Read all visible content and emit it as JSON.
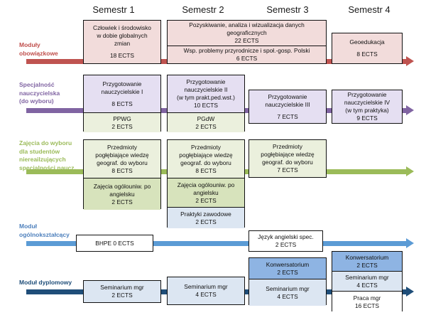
{
  "headers": [
    {
      "label": "Semestr 1"
    },
    {
      "label": "Semestr 2"
    },
    {
      "label": "Semestr 3"
    },
    {
      "label": "Semestr 4"
    }
  ],
  "rows": [
    {
      "id": "moduly-obowiazkowe",
      "label": "Moduły\nobowiązkowe",
      "label_color": "#c0504d",
      "track_color": "#bf5350"
    },
    {
      "id": "specjalnosc-nauczycielska",
      "label": "Specjalność\nnauczycielska\n(do wyboru)",
      "label_color": "#8064a2",
      "track_color": "#8064a2"
    },
    {
      "id": "zajecia-do-wyboru",
      "label": "Zajęcia do wyboru\ndla studentów\nniereailzujących\nspecjalności naucz.",
      "label_color": "#9bbb59",
      "track_color": "#9bbb59"
    },
    {
      "id": "modul-ogolnoksztalcacy",
      "label": "Moduł\nogólnokształcący",
      "label_color": "#4f81bd",
      "track_color": "#5b9bd5"
    },
    {
      "id": "modul-dyplomowy",
      "label": "Moduł dyplomowy",
      "label_color": "#1f4e79",
      "track_color": "#1f4e79"
    }
  ],
  "colors": {
    "pink": "#f2dcdb",
    "lavender": "#e5dff2",
    "pale_green": "#ebf0dd",
    "green": "#d7e3bc",
    "light_blue": "#dce6f2",
    "blue": "#8eb4e3",
    "white": "#ffffff",
    "outline": "#111111"
  },
  "boxes": [
    {
      "id": "czlowiek-i-srodowisko",
      "row": "moduly-obowiazkowe",
      "semester": "Semestr 1",
      "fill": "pink",
      "lines": [
        "Człowiek i środowisko",
        "w dobie globalnych",
        "zmian",
        "",
        "18 ECTS"
      ],
      "ects": "18 ECTS"
    },
    {
      "id": "pozyskiwanie-analiza-wizualizacja",
      "row": "moduly-obowiazkowe",
      "semester": "Semestr 2",
      "fill": "pink",
      "lines": [
        "Pozyskiwanie, analiza i wizualizacja danych",
        "geograficznych",
        "22 ECTS"
      ],
      "ects": "22 ECTS"
    },
    {
      "id": "wsp-problemy-przyrodnicze",
      "row": "moduly-obowiazkowe",
      "semester": "Semestr 2",
      "fill": "pink",
      "lines": [
        "Wsp. problemy przyrodnicze i społ.-gosp. Polski",
        "6 ECTS"
      ],
      "ects": "6 ECTS"
    },
    {
      "id": "geoedukacja",
      "row": "moduly-obowiazkowe",
      "semester": "Semestr 4",
      "fill": "pink",
      "lines": [
        "Geoedukacja",
        "",
        "8 ECTS"
      ],
      "ects": "8 ECTS"
    },
    {
      "id": "przygotowanie-nauczycielskie-i",
      "row": "specjalnosc-nauczycielska",
      "semester": "Semestr 1",
      "fill": "lavender",
      "lines": [
        "Przygotowanie",
        "nauczycielskie I",
        "",
        "8 ECTS"
      ],
      "ects": "8 ECTS"
    },
    {
      "id": "ppwg",
      "row": "specjalnosc-nauczycielska",
      "semester": "Semestr 1",
      "fill": "pale_green",
      "lines": [
        "PPWG",
        "2 ECTS"
      ],
      "ects": "2 ECTS"
    },
    {
      "id": "przygotowanie-nauczycielskie-ii",
      "row": "specjalnosc-nauczycielska",
      "semester": "Semestr 2",
      "fill": "lavender",
      "lines": [
        "Przygotowanie",
        "nauczycielskie II",
        "(w tym prakt.ped.wst.)",
        "10 ECTS"
      ],
      "ects": "10 ECTS"
    },
    {
      "id": "pgdw",
      "row": "specjalnosc-nauczycielska",
      "semester": "Semestr 2",
      "fill": "pale_green",
      "lines": [
        "PGdW",
        "2 ECTS"
      ],
      "ects": "2 ECTS"
    },
    {
      "id": "przygotowanie-nauczycielskie-iii",
      "row": "specjalnosc-nauczycielska",
      "semester": "Semestr 3",
      "fill": "lavender",
      "lines": [
        "Przygotowanie",
        "nauczycielskie III",
        "",
        "7 ECTS"
      ],
      "ects": "7 ECTS"
    },
    {
      "id": "przygotowanie-nauczycielskie-iv",
      "row": "specjalnosc-nauczycielska",
      "semester": "Semestr 4",
      "fill": "lavender",
      "lines": [
        "Przygotowanie",
        "nauczycielskie IV",
        "(w tym praktyka)",
        "9 ECTS"
      ],
      "ects": "9 ECTS"
    },
    {
      "id": "przedmioty-poglebiajace-s1",
      "row": "zajecia-do-wyboru",
      "semester": "Semestr 1",
      "fill": "pale_green",
      "lines": [
        "Przedmioty",
        "pogłębiające wiedzę",
        "geograf. do wyboru",
        "8 ECTS"
      ],
      "ects": "8 ECTS"
    },
    {
      "id": "zajecia-ogolouniw-s1",
      "row": "zajecia-do-wyboru",
      "semester": "Semestr 1",
      "fill": "green",
      "lines": [
        "Zajęcia ogólouniw. po",
        "angielsku",
        "2 ECTS"
      ],
      "ects": "2 ECTS"
    },
    {
      "id": "przedmioty-poglebiajace-s2",
      "row": "zajecia-do-wyboru",
      "semester": "Semestr 2",
      "fill": "pale_green",
      "lines": [
        "Przedmioty",
        "pogłębiające wiedzę",
        "geograf. do wyboru",
        "8 ECTS"
      ],
      "ects": "8 ECTS"
    },
    {
      "id": "zajecia-ogolouniw-s2",
      "row": "zajecia-do-wyboru",
      "semester": "Semestr 2",
      "fill": "green",
      "lines": [
        "Zajęcia ogólouniw. po",
        "angielsku",
        "2 ECTS"
      ],
      "ects": "2 ECTS"
    },
    {
      "id": "praktyki-zawodowe",
      "row": "zajecia-do-wyboru",
      "semester": "Semestr 2",
      "fill": "light_blue",
      "lines": [
        "Praktyki zawodowe",
        "2 ECTS"
      ],
      "ects": "2 ECTS"
    },
    {
      "id": "przedmioty-poglebiajace-s3",
      "row": "zajecia-do-wyboru",
      "semester": "Semestr 3",
      "fill": "pale_green",
      "lines": [
        "Przedmioty",
        "pogłębiające wiedzę",
        "geograf. do wyboru",
        "7 ECTS"
      ],
      "ects": "7 ECTS"
    },
    {
      "id": "bhpe",
      "row": "modul-ogolnoksztalcacy",
      "semester": "Semestr 1",
      "fill": "white",
      "lines": [
        "BHPE 0 ECTS"
      ],
      "ects": "0 ECTS"
    },
    {
      "id": "jezyk-angielski-spec",
      "row": "modul-ogolnoksztalcacy",
      "semester": "Semestr 3",
      "fill": "white",
      "lines": [
        "Język angielski spec.",
        "2 ECTS"
      ],
      "ects": "2 ECTS"
    },
    {
      "id": "seminarium-mgr-s1",
      "row": "modul-dyplomowy",
      "semester": "Semestr 1",
      "fill": "light_blue",
      "lines": [
        "Seminarium mgr",
        "2 ECTS"
      ],
      "ects": "2 ECTS"
    },
    {
      "id": "seminarium-mgr-s2",
      "row": "modul-dyplomowy",
      "semester": "Semestr 2",
      "fill": "light_blue",
      "lines": [
        "Seminarium mgr",
        "4 ECTS"
      ],
      "ects": "4 ECTS"
    },
    {
      "id": "konwersatorium-s3",
      "row": "modul-dyplomowy",
      "semester": "Semestr 3",
      "fill": "blue",
      "lines": [
        "Konwersatorium",
        "2 ECTS"
      ],
      "ects": "2 ECTS"
    },
    {
      "id": "seminarium-mgr-s3",
      "row": "modul-dyplomowy",
      "semester": "Semestr 3",
      "fill": "light_blue",
      "lines": [
        "Seminarium mgr",
        "4 ECTS"
      ],
      "ects": "4 ECTS"
    },
    {
      "id": "konwersatorium-s4",
      "row": "modul-dyplomowy",
      "semester": "Semestr 4",
      "fill": "blue",
      "lines": [
        "Konwersatorium",
        "2 ECTS"
      ],
      "ects": "2 ECTS"
    },
    {
      "id": "seminarium-mgr-s4",
      "row": "modul-dyplomowy",
      "semester": "Semestr 4",
      "fill": "light_blue",
      "lines": [
        "Seminarium mgr",
        "4 ECTS"
      ],
      "ects": "4 ECTS"
    },
    {
      "id": "praca-mgr",
      "row": "modul-dyplomowy",
      "semester": "Semestr 4",
      "fill": "white",
      "lines": [
        "Praca mgr",
        "16 ECTS"
      ],
      "ects": "16 ECTS"
    }
  ]
}
